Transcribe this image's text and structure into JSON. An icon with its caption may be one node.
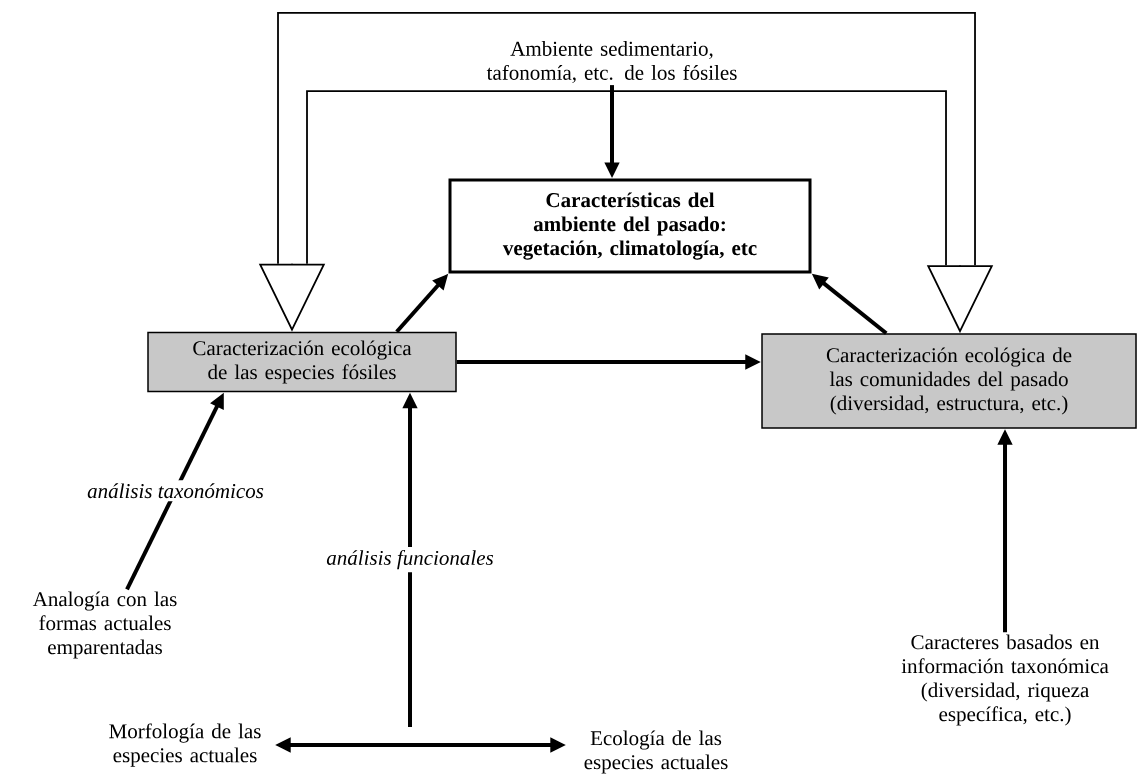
{
  "diagram": {
    "nodes": [
      {
        "text": [
          "Ambiente sedimentario, tafonomía, etc. de los fósiles"
        ]
      },
      {
        "text": [
          "Características del ambiente del pasado: vegetación, climatología, etc"
        ]
      },
      {
        "text": [
          "Caracterización ecológica de las especies fósiles"
        ]
      },
      {
        "text": [
          "Caracterización ecológica de las comunidades del pasado (diversidad, estructura, etc.)"
        ]
      },
      {
        "text": [
          "Analogía con las formas actuales emparentadas"
        ]
      },
      {
        "text": [
          "Morfología de las especies actuales"
        ]
      },
      {
        "text": [
          "Ecología de las especies actuales"
        ]
      },
      {
        "text": [
          "Caracteres basados en información taxonómica (diversidad, riqueza específica, etc.)"
        ]
      }
    ],
    "edges": [
      {
        "from": 0,
        "to": 1,
        "arrow": "to"
      },
      {
        "from": 0,
        "to": 2,
        "arrow": "to"
      },
      {
        "from": 0,
        "to": 3,
        "arrow": "to"
      },
      {
        "from": 2,
        "to": 1,
        "arrow": "to"
      },
      {
        "from": 3,
        "to": 1,
        "arrow": "to"
      },
      {
        "from": 2,
        "to": 3,
        "arrow": "to"
      },
      {
        "from": 4,
        "to": 2,
        "arrow": "to",
        "label": "análisis taxonómicos"
      },
      {
        "from": null,
        "to": 2,
        "arrow": "to",
        "label": "análisis funcionales"
      },
      {
        "from": 5,
        "to": 6,
        "arrow": "both"
      },
      {
        "from": 7,
        "to": 3,
        "arrow": "to"
      }
    ]
  }
}
